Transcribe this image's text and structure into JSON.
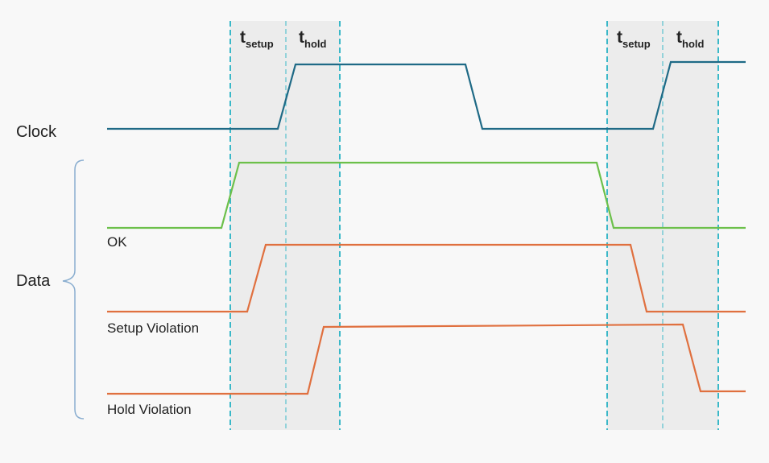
{
  "labels": {
    "clock": "Clock",
    "data": "Data",
    "ok": "OK",
    "setup_violation": "Setup Violation",
    "hold_violation": "Hold Violation"
  },
  "windows": [
    {
      "main": "t",
      "sub": "setup"
    },
    {
      "main": "t",
      "sub": "hold"
    },
    {
      "main": "t",
      "sub": "setup"
    },
    {
      "main": "t",
      "sub": "hold"
    }
  ],
  "colors": {
    "clock": "#1f6a86",
    "ok": "#6cc04a",
    "violation": "#e0703f",
    "window_border": "#3ab8c8",
    "window_fill": "#ececec",
    "bracket": "#8aaed0"
  }
}
